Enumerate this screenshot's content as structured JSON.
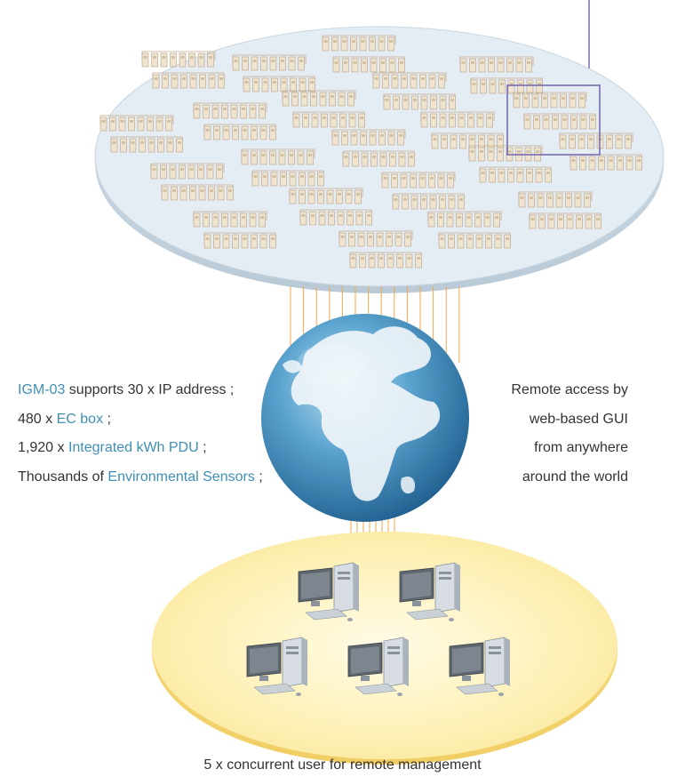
{
  "left_text": {
    "line1": {
      "highlight": "IGM-03",
      "rest": " supports 30 x IP address ;"
    },
    "line2": {
      "prefix": "480 x ",
      "highlight": "EC box",
      "suffix": " ;"
    },
    "line3": {
      "prefix": "1,920 x ",
      "highlight": "Integrated kWh PDU",
      "suffix": " ;"
    },
    "line4": {
      "prefix": "Thousands of ",
      "highlight": "Environmental Sensors",
      "suffix": " ;"
    }
  },
  "right_text": [
    "Remote access by",
    "web-based GUI",
    "from anywhere",
    "around the world"
  ],
  "caption": "5 x concurrent user for remote management",
  "colors": {
    "highlight": "#3f8fb5",
    "text": "#333333",
    "upper_disc": "#e4edf4",
    "lower_disc": "#fbeeaa",
    "connector_lines": "#f4a64a",
    "selection_frame": "#7a6bb0",
    "globe": "#3f86b8"
  },
  "icons": {
    "device_group": "rack-cabinet-icon",
    "globe": "globe-icon",
    "workstation": "desktop-computer-icon"
  }
}
